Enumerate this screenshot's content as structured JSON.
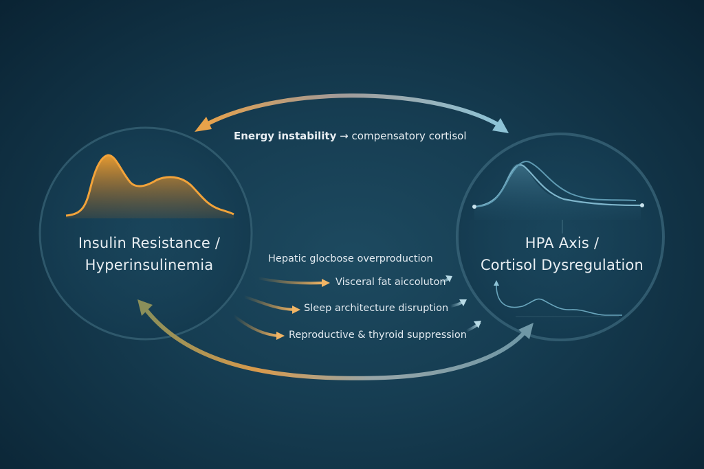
{
  "diagram": {
    "top_link": {
      "label_strong": "Energy instability",
      "arrow": "→",
      "label_rest": "compensatory cortisol"
    },
    "left_node": {
      "title_line1": "Insulin Resistance /",
      "title_line2": "Hyperinsulinemia",
      "accent_color": "#e8952a"
    },
    "right_node": {
      "title_line1": "HPA Axis /",
      "title_line2": "Cortisol Dysregulation",
      "accent_color": "#7fb6cc"
    },
    "effects": [
      {
        "label": "Hepatic glocbose overproduction"
      },
      {
        "label": "Visceral fat aiccoluton"
      },
      {
        "label": "Sleep architecture disruption"
      },
      {
        "label": "Reproductive & thyroid suppression"
      }
    ],
    "colors": {
      "background": "#163d52",
      "warm": "#e8952a",
      "cool": "#8ec3d6",
      "text": "#e8eef2"
    }
  }
}
